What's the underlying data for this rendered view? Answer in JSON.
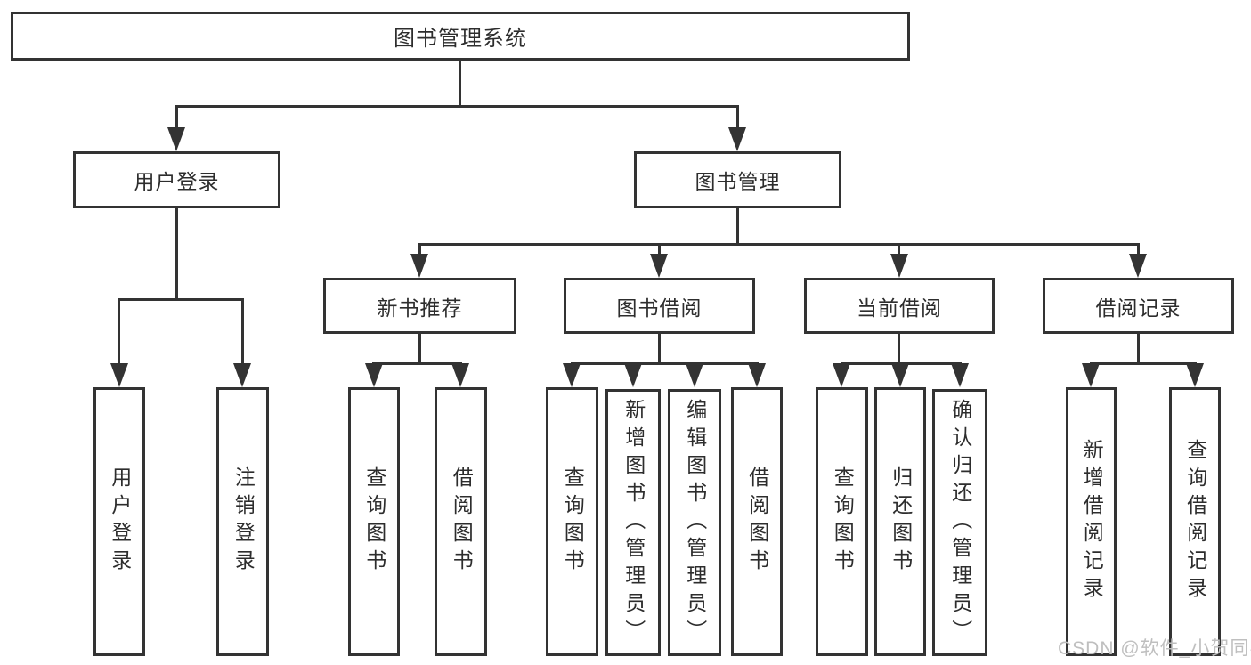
{
  "diagram": {
    "root": {
      "label": "图书管理系统"
    },
    "level2": {
      "user_login": {
        "label": "用户登录"
      },
      "book_management": {
        "label": "图书管理"
      }
    },
    "level3": {
      "new_book_recommend": {
        "label": "新书推荐"
      },
      "book_borrow": {
        "label": "图书借阅"
      },
      "current_borrow": {
        "label": "当前借阅"
      },
      "borrow_records": {
        "label": "借阅记录"
      }
    },
    "leaves": {
      "ul_user_login": "用户登录",
      "ul_logout": "注销登录",
      "nb_query_books": "查询图书",
      "nb_borrow_books": "借阅图书",
      "bw_query_books": "查询图书",
      "bw_add_books": "新增图书（管理员）",
      "bw_edit_books": "编辑图书（管理员）",
      "bw_borrow_books": "借阅图书",
      "cb_query_books": "查询图书",
      "cb_return_books": "归还图书",
      "cb_confirm_return": "确认归还（管理员）",
      "rec_add_record": "新增借阅记录",
      "rec_query_record": "查询借阅记录"
    }
  },
  "watermark": {
    "text": "CSDN @软件_小贺同学"
  },
  "colors": {
    "line": "#333333",
    "text": "#2d2d2d",
    "watermark": "#bfbfbf",
    "background": "#ffffff"
  }
}
